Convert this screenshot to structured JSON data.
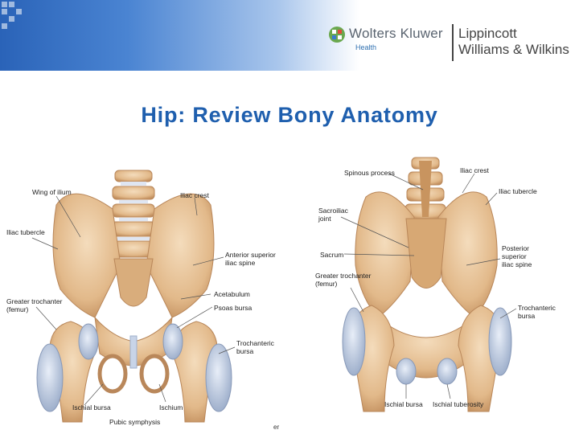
{
  "header": {
    "publisher_name": "Wolters Kluwer",
    "publisher_sub": "Health",
    "imprint_line1": "Lippincott",
    "imprint_line2": "Williams & Wilkins"
  },
  "title": "Hip: Review Bony Anatomy",
  "anterior_labels": {
    "wing_ilium": "Wing of ilium",
    "iliac_crest": "Iliac crest",
    "iliac_tubercle": "Iliac tubercle",
    "asis": "Anterior superior\niliac spine",
    "acetabulum": "Acetabulum",
    "psoas_bursa": "Psoas bursa",
    "greater_trochanter": "Greater trochanter\n(femur)",
    "trochanteric_bursa": "Trochanteric\nbursa",
    "ischial_bursa": "Ischial bursa",
    "ischium": "Ischium",
    "pubic_symphysis": "Pubic symphysis"
  },
  "posterior_labels": {
    "spinous_process": "Spinous process",
    "iliac_crest": "Iliac crest",
    "iliac_tubercle": "Iliac tubercle",
    "sacroiliac_joint": "Sacroiliac\njoint",
    "sacrum": "Sacrum",
    "psis": "Posterior\nsuperior\niliac spine",
    "greater_trochanter": "Greater trochanter\n(femur)",
    "trochanteric_bursa": "Trochanteric\nbursa",
    "ischial_bursa": "Ischial bursa",
    "ischial_tuberosity": "Ischial tuberosity"
  },
  "footer_text": "er",
  "colors": {
    "title": "#1f5fae",
    "bone": "#e2b98a",
    "bone_dark": "#b9875a",
    "bursa": "#b8c6dc"
  }
}
